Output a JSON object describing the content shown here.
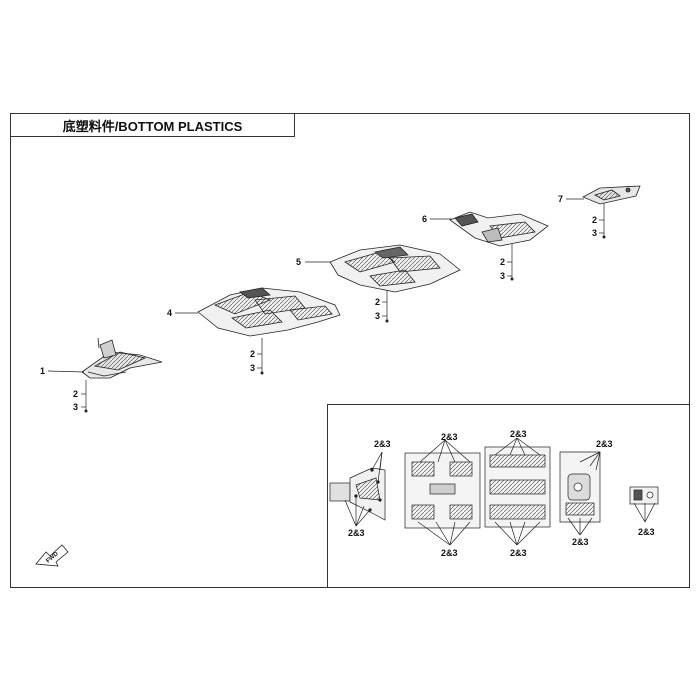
{
  "title": "底塑料件/BOTTOM PLASTICS",
  "callouts": {
    "p1": "1",
    "p4": "4",
    "p5": "5",
    "p6": "6",
    "p7": "7",
    "fastener_a": "2",
    "fastener_b": "3",
    "detail": "2&3"
  },
  "direction_label": "FWD",
  "colors": {
    "line": "#222222",
    "part_fill": "#ffffff",
    "part_shade": "#bdbdbd"
  }
}
